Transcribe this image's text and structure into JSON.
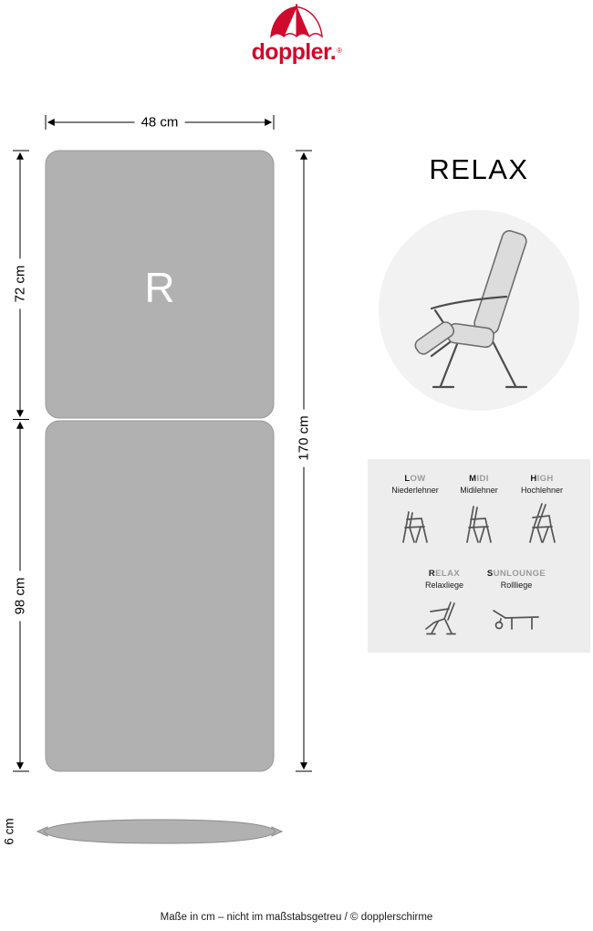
{
  "brand": {
    "logo_text": "doppler.",
    "registered_mark": "®"
  },
  "product": {
    "title": "RELAX",
    "cushion_letter": "R"
  },
  "dimensions": {
    "width": "48 cm",
    "upper_height": "72 cm",
    "lower_height": "98 cm",
    "total_height": "170 cm",
    "thickness": "6 cm"
  },
  "chair_types": {
    "row1": [
      {
        "code_first": "L",
        "code_rest": "OW",
        "name": "Niederlehner",
        "icon": "low-chair-icon"
      },
      {
        "code_first": "M",
        "code_rest": "IDI",
        "name": "Midilehner",
        "icon": "midi-chair-icon"
      },
      {
        "code_first": "H",
        "code_rest": "IGH",
        "name": "Hochlehner",
        "icon": "high-chair-icon"
      }
    ],
    "row2": [
      {
        "code_first": "R",
        "code_rest": "ELAX",
        "name": "Relaxliege",
        "icon": "relax-chair-icon"
      },
      {
        "code_first": "S",
        "code_rest": "UNLOUNGE",
        "name": "Rollliege",
        "icon": "sunlounge-icon"
      }
    ]
  },
  "footer": {
    "note": "Maße in cm – nicht im maßstabsgetreu / © dopplerschirme"
  },
  "colors": {
    "brand_red": "#cf0a2c",
    "cushion_gray": "#b1b1b1",
    "panel_gray": "#ededed",
    "circle_gray": "#f2f2f2"
  }
}
